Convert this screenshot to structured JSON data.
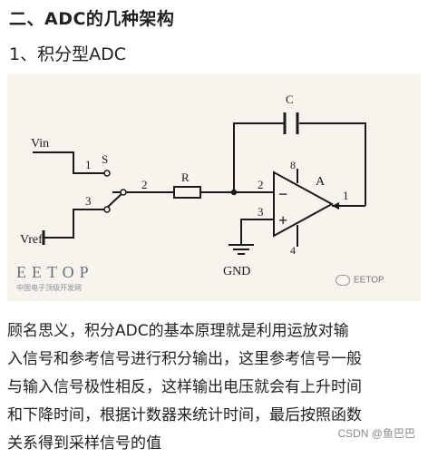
{
  "heading": "二、ADC的几种架构",
  "subheading": "1、积分型ADC",
  "circuit": {
    "labels": {
      "vin": "Vin",
      "vref": "Vref",
      "gnd": "GND",
      "s": "S",
      "r": "R",
      "c": "C",
      "a": "A",
      "pin1": "1",
      "pin2": "2",
      "pin3": "3",
      "node2": "2",
      "op_in2": "2",
      "op_in3": "3",
      "op_out1": "1",
      "op_top": "8",
      "op_bottom": "4",
      "minus": "−",
      "plus": "+"
    },
    "logo_big": "EETOP",
    "logo_small": "中国电子顶级开发网",
    "watermark": "EETOP"
  },
  "paragraph": [
    "顾名思义，积分ADC的基本原理就是利用运放对输",
    "入信号和参考信号进行积分输出，这里参考信号一般",
    "与输入信号极性相反，这样输出电压就会有上升时间",
    "和下降时间，根据计数器来统计时间，最后按照函数",
    "关系得到采样信号的值"
  ],
  "footer": "CSDN @鱼巴巴"
}
